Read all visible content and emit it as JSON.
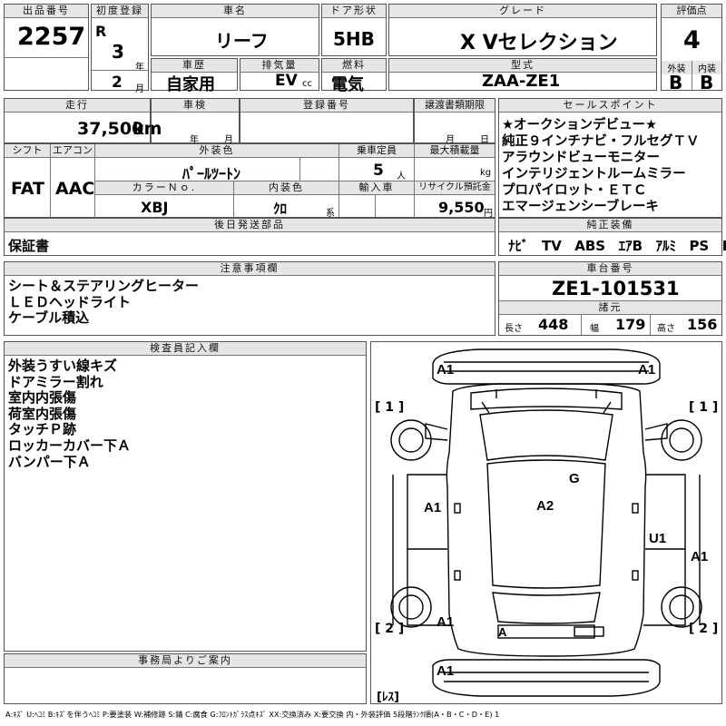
{
  "lot": {
    "label": "出品番号",
    "value": "2257"
  },
  "first_reg": {
    "label": "初度登録",
    "era": "R",
    "year": "3",
    "year_unit": "年",
    "month": "2",
    "month_unit": "月"
  },
  "car_name": {
    "label": "車名",
    "value": "リーフ"
  },
  "door": {
    "label": "ドア形状",
    "value": "5HB"
  },
  "grade": {
    "label": "グレード",
    "value": "X Vセレクション"
  },
  "score": {
    "label": "評価点",
    "value": "4",
    "ext_label": "外装",
    "int_label": "内装",
    "ext": "B",
    "int": "B"
  },
  "history": {
    "label": "車歴",
    "value": "自家用"
  },
  "displacement": {
    "label": "排気量",
    "value": "EV",
    "unit": "cc"
  },
  "fuel": {
    "label": "燃料",
    "value": "電気"
  },
  "model": {
    "label": "型式",
    "value": "ZAA-ZE1"
  },
  "mileage": {
    "label": "走行",
    "value": "37,500",
    "unit": "km"
  },
  "inspection": {
    "label": "車検",
    "year_unit": "年",
    "month_unit": "月"
  },
  "reg_no": {
    "label": "登録番号"
  },
  "transfer": {
    "label": "譲渡書類期限",
    "month_unit": "月",
    "day_unit": "日"
  },
  "sales": {
    "label": "セールスポイント",
    "lines": [
      "★オークションデビュー★",
      "純正９インチナビ・フルセグＴＶ",
      "アラウンドビューモニター",
      "インテリジェントルームミラー",
      "プロパイロット・ＥＴＣ",
      "エマージェンシーブレーキ"
    ]
  },
  "shift": {
    "label": "シフト",
    "value": "FAT"
  },
  "ac": {
    "label": "エアコン",
    "value": "AAC"
  },
  "ext_color": {
    "label": "外装色",
    "value": "ﾊﾟｰﾙﾂｰﾄﾝ"
  },
  "capacity": {
    "label": "乗車定員",
    "value": "5",
    "unit": "人"
  },
  "max_load": {
    "label": "最大積載量",
    "unit": "kg"
  },
  "color_no": {
    "label": "カラーＮｏ.",
    "value": "XBJ"
  },
  "int_color": {
    "label": "内装色",
    "value": "ｸﾛ",
    "unit": "系"
  },
  "import": {
    "label": "輸入車"
  },
  "recycle": {
    "label": "リサイクル預託金",
    "value": "9,550",
    "unit": "円"
  },
  "later_parts": {
    "label": "後日発送部品",
    "value": "保証書"
  },
  "equipment": {
    "label": "純正装備",
    "items": [
      "ﾅﾋﾞ",
      "TV",
      "ABS",
      "ｴｱB",
      "ｱﾙﾐ",
      "PS",
      "PW"
    ]
  },
  "notes": {
    "label": "注意事項欄",
    "lines": [
      "シート＆ステアリングヒーター",
      "ＬＥＤヘッドライト",
      "ケーブル積込"
    ]
  },
  "chassis": {
    "label": "車台番号",
    "value": "ZE1-101531"
  },
  "specs": {
    "label": "諸元",
    "length_label": "長さ",
    "length": "448",
    "width_label": "幅",
    "width": "179",
    "height_label": "高さ",
    "height": "156"
  },
  "inspector": {
    "label": "検査員記入欄",
    "lines": [
      "外装うすい線キズ",
      "ドアミラー割れ",
      "室内内張傷",
      "荷室内張傷",
      "タッチＰ跡",
      "ロッカーカバー下Ａ",
      "バンパー下Ａ"
    ]
  },
  "diagram": {
    "marks": [
      "A1",
      "A1",
      "A1",
      "A2",
      "G",
      "U1",
      "A1",
      "A1",
      "A",
      "A1"
    ],
    "tire_labels": [
      "[ 1 ]",
      "[ 1 ]",
      "[ 2 ]",
      "[ 2 ]"
    ],
    "spare_label": "[ﾚｽ]"
  },
  "office": {
    "label": "事務局よりご案内"
  },
  "legend": "A:ｷｽﾞ U:ﾍｺﾐ B:ｷｽﾞを伴うﾍｺﾐ P:要塗装 W:補修跡 S:錆 C:腐食 G:ﾌﾛﾝﾄｶﾞﾗｽ点ｷｽﾞ XX:交換済み X:要交換 内・外装評価 5段階ﾗﾝｸ順(A・B・C・D・E) 1",
  "colors": {
    "header_bg": "#e6e6e6",
    "border": "#555555"
  }
}
